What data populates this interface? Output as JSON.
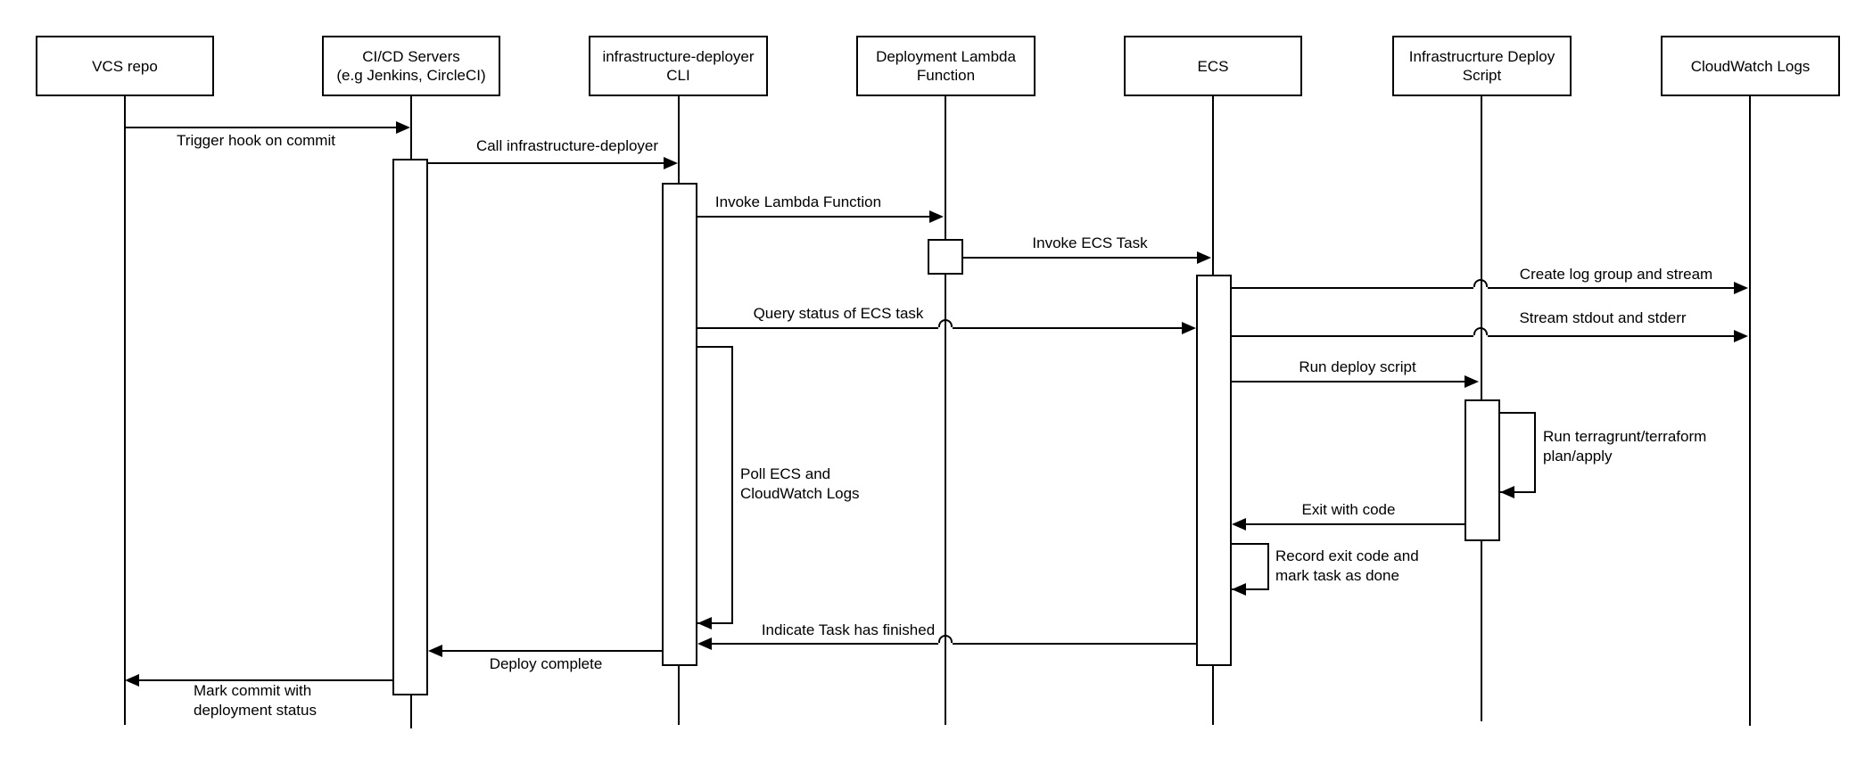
{
  "diagram_type": "sequence-diagram",
  "colors": {
    "line": "#000000",
    "background": "#ffffff",
    "shape_fill": "#ffffff"
  },
  "participants": [
    {
      "id": "vcs-repo",
      "label": "VCS repo"
    },
    {
      "id": "cicd-servers",
      "label": "CI/CD Servers\n(e.g Jenkins, CircleCI)"
    },
    {
      "id": "infrastructure-deployer-cli",
      "label": "infrastructure-deployer\nCLI"
    },
    {
      "id": "deployment-lambda-function",
      "label": "Deployment Lambda\nFunction"
    },
    {
      "id": "ecs",
      "label": "ECS"
    },
    {
      "id": "infrastructure-deploy-script",
      "label": "Infrastrucrture Deploy\nScript"
    },
    {
      "id": "cloudwatch-logs",
      "label": "CloudWatch Logs"
    }
  ],
  "messages": [
    {
      "label": "Trigger hook on commit",
      "from": "VCS repo",
      "to": "CI/CD Servers"
    },
    {
      "label": "Call infrastructure-deployer",
      "from": "CI/CD Servers",
      "to": "infrastructure-deployer CLI"
    },
    {
      "label": "Invoke Lambda Function",
      "from": "infrastructure-deployer CLI",
      "to": "Deployment Lambda Function"
    },
    {
      "label": "Invoke ECS Task",
      "from": "Deployment Lambda Function",
      "to": "ECS"
    },
    {
      "label": "Create log group and stream",
      "from": "ECS",
      "to": "CloudWatch Logs"
    },
    {
      "label": "Query status of ECS task",
      "from": "infrastructure-deployer CLI",
      "to": "ECS"
    },
    {
      "label": "Stream stdout and stderr",
      "from": "ECS",
      "to": "CloudWatch Logs"
    },
    {
      "label": "Run deploy script",
      "from": "ECS",
      "to": "Infrastrucrture Deploy Script"
    },
    {
      "label": "Run terragrunt/terraform\nplan/apply",
      "from": "Infrastrucrture Deploy Script",
      "to": "Infrastrucrture Deploy Script",
      "self_message": true
    },
    {
      "label": "Exit with code",
      "from": "Infrastrucrture Deploy Script",
      "to": "ECS"
    },
    {
      "label": "Record exit code and\nmark task as done",
      "from": "ECS",
      "to": "ECS",
      "self_message": true
    },
    {
      "label": "Poll ECS and\nCloudWatch Logs",
      "from": "infrastructure-deployer CLI",
      "to": "infrastructure-deployer CLI",
      "self_message": true
    },
    {
      "label": "Indicate Task has finished",
      "from": "ECS",
      "to": "infrastructure-deployer CLI"
    },
    {
      "label": "Deploy complete",
      "from": "infrastructure-deployer CLI",
      "to": "CI/CD Servers"
    },
    {
      "label": "Mark commit with\ndeployment status",
      "from": "CI/CD Servers",
      "to": "VCS repo"
    }
  ]
}
